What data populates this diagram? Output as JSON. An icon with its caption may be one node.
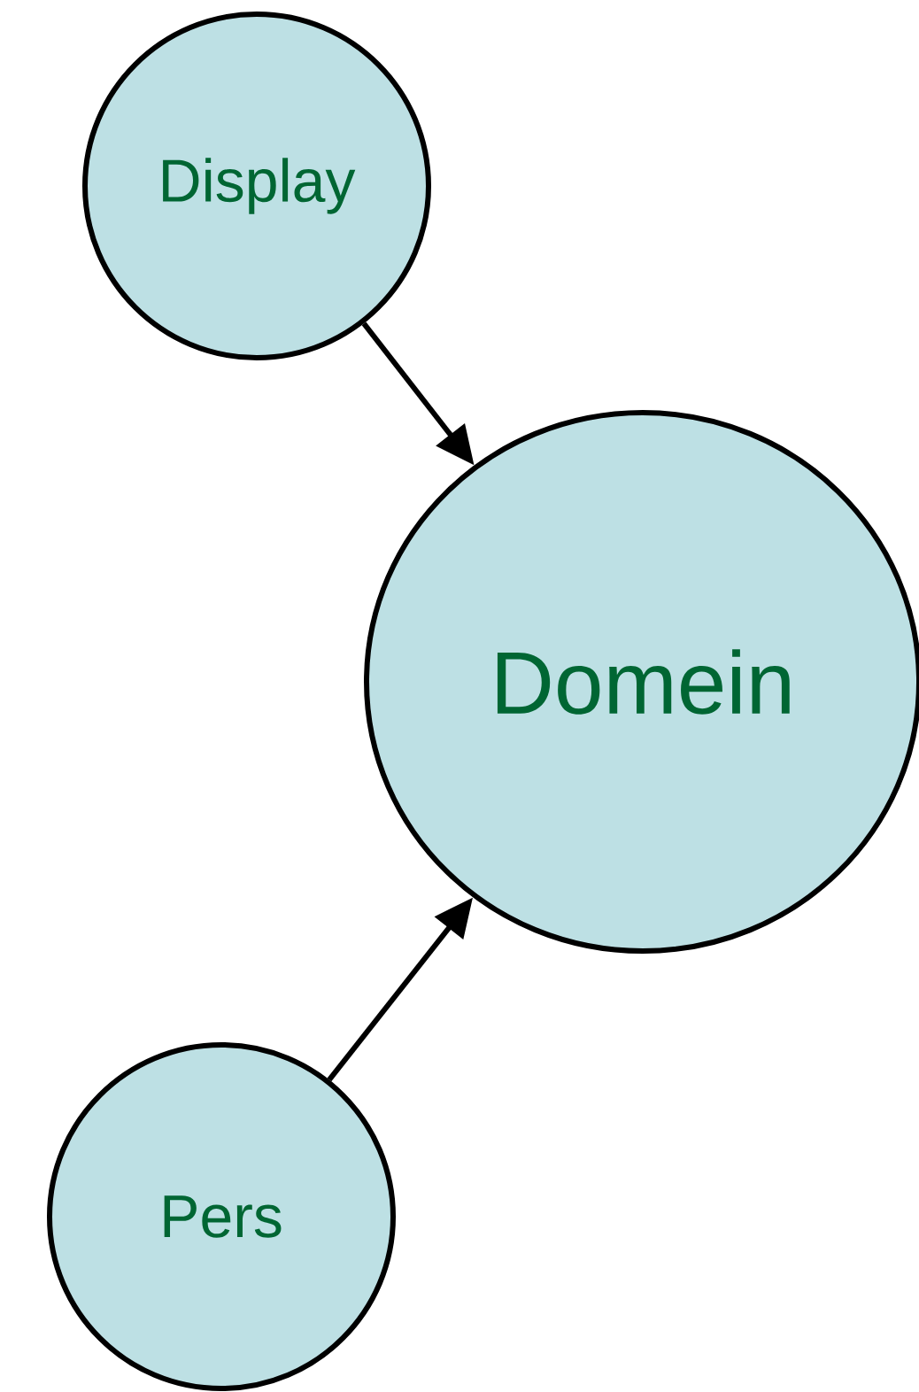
{
  "diagram": {
    "nodes": [
      {
        "text": [
          "Display"
        ]
      },
      {
        "text": [
          "Domein"
        ]
      },
      {
        "text": [
          "Pers"
        ]
      }
    ],
    "edges": [
      {
        "from": 0,
        "to": 1,
        "arrow": "to"
      },
      {
        "from": 2,
        "to": 1,
        "arrow": "to"
      }
    ]
  }
}
